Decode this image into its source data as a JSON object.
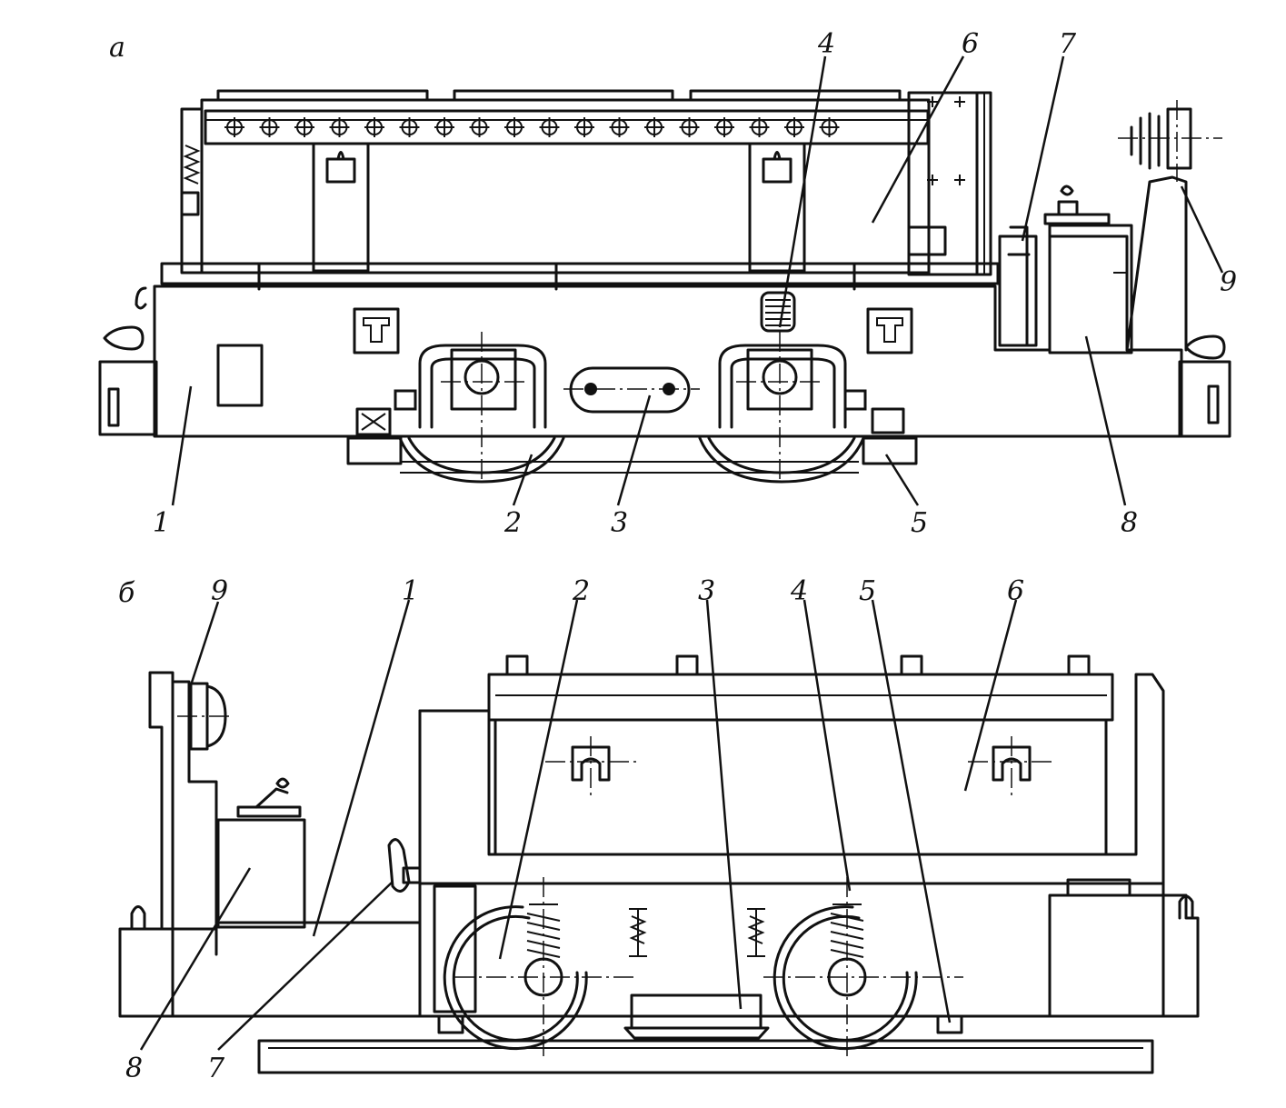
{
  "views": {
    "top": {
      "letter": "а"
    },
    "side": {
      "letter": "б"
    }
  },
  "callouts_top": [
    "1",
    "2",
    "3",
    "4",
    "5",
    "6",
    "7",
    "8",
    "9"
  ],
  "callouts_side": [
    "9",
    "1",
    "2",
    "3",
    "4",
    "5",
    "6",
    "8",
    "7"
  ]
}
